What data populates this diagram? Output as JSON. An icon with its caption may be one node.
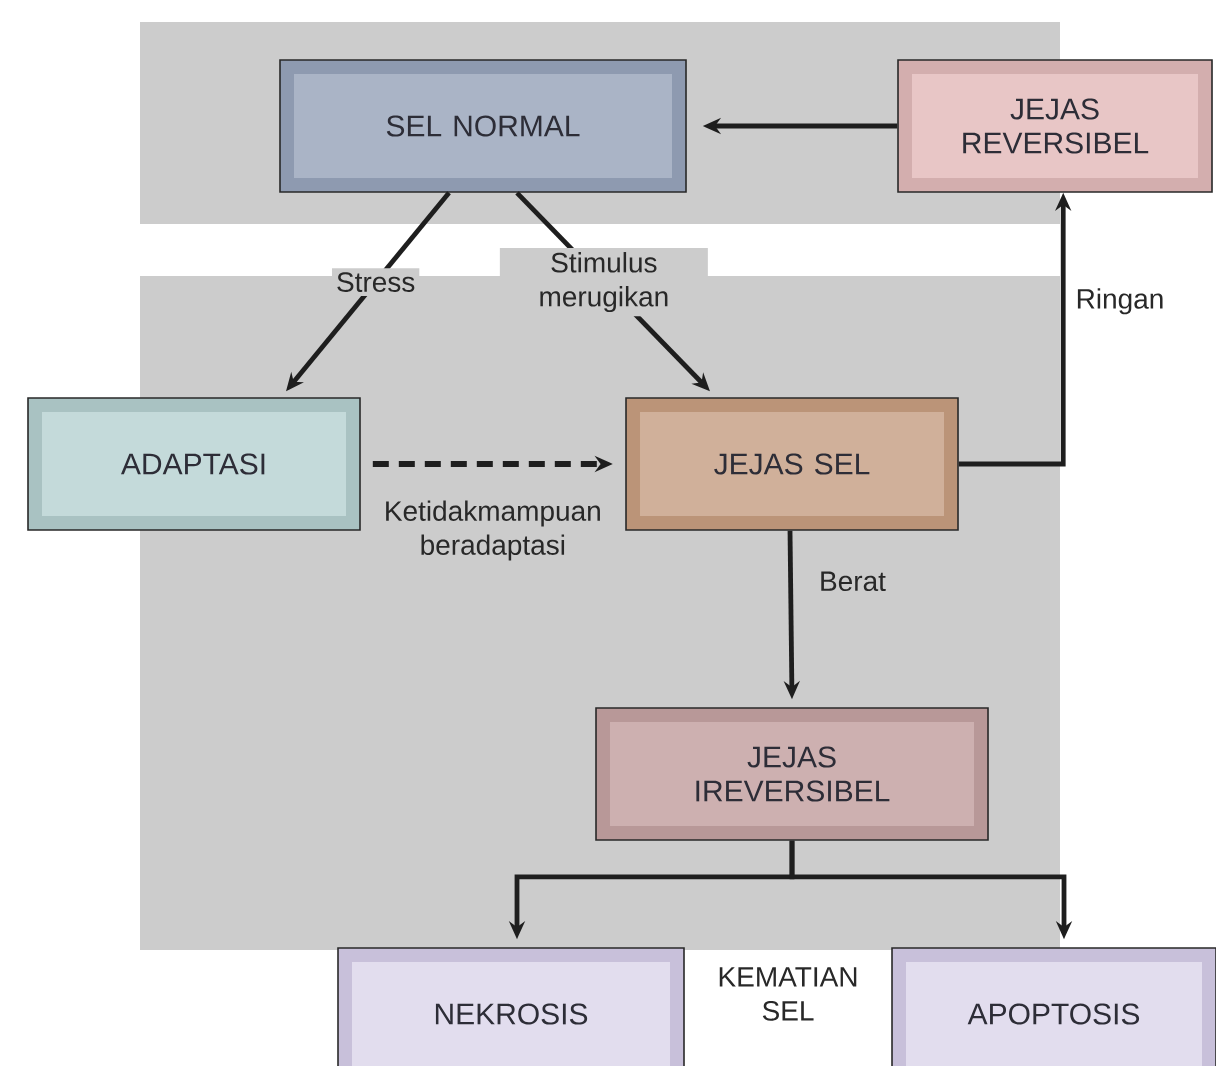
{
  "diagram": {
    "nodes": [
      {
        "text": [
          "SEL NORMAL"
        ]
      },
      {
        "text": [
          "JEJAS REVERSIBEL"
        ]
      },
      {
        "text": [
          "ADAPTASI"
        ]
      },
      {
        "text": [
          "JEJAS SEL"
        ]
      },
      {
        "text": [
          "JEJAS IREVERSIBEL"
        ]
      },
      {
        "text": [
          "NEKROSIS"
        ]
      },
      {
        "text": [
          "APOPTOSIS"
        ]
      }
    ],
    "edges": [
      {
        "from": 1,
        "to": 0,
        "arrow": "to"
      },
      {
        "from": 0,
        "to": 2,
        "arrow": "to",
        "label": "Stress"
      },
      {
        "from": 0,
        "to": 3,
        "arrow": "to",
        "label": "Stimulus merugikan"
      },
      {
        "from": 2,
        "to": 3,
        "arrow": "to",
        "style": "dashed",
        "label": "Ketidakmampuan beradaptasi"
      },
      {
        "from": 3,
        "to": 1,
        "arrow": "to",
        "label": "Ringan"
      },
      {
        "from": 3,
        "to": 4,
        "arrow": "to",
        "label": "Berat"
      },
      {
        "from": 4,
        "to": 5,
        "arrow": "to"
      },
      {
        "from": 4,
        "to": 6,
        "arrow": "to"
      }
    ],
    "labels": [
      "KEMATIAN SEL"
    ]
  }
}
